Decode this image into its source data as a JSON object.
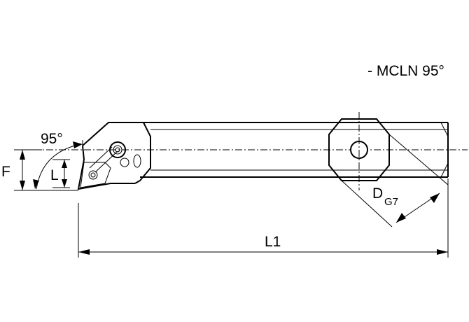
{
  "title": "- MCLN 95°",
  "labels": {
    "angle": "95°",
    "F": "F",
    "L": "L",
    "D": "D",
    "G7": "G7",
    "L1": "L1"
  }
}
